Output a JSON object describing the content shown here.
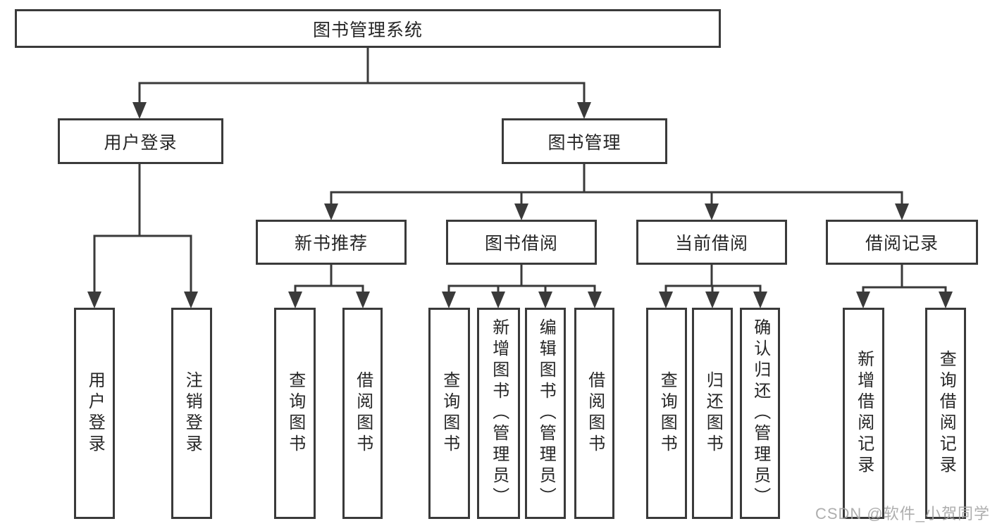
{
  "tree": {
    "root": {
      "label": "图书管理系统"
    },
    "branches": [
      {
        "label": "用户登录",
        "children": [
          {
            "label": "用户登录"
          },
          {
            "label": "注销登录"
          }
        ]
      },
      {
        "label": "图书管理",
        "sections": [
          {
            "label": "新书推荐",
            "children": [
              {
                "label": "查询图书"
              },
              {
                "label": "借阅图书"
              }
            ]
          },
          {
            "label": "图书借阅",
            "children": [
              {
                "label": "查询图书"
              },
              {
                "label": "新增图书（管理员）"
              },
              {
                "label": "编辑图书（管理员）"
              },
              {
                "label": "借阅图书"
              }
            ]
          },
          {
            "label": "当前借阅",
            "children": [
              {
                "label": "查询图书"
              },
              {
                "label": "归还图书"
              },
              {
                "label": "确认归还（管理员）"
              }
            ]
          },
          {
            "label": "借阅记录",
            "children": [
              {
                "label": "新增借阅记录"
              },
              {
                "label": "查询借阅记录"
              }
            ]
          }
        ]
      }
    ]
  },
  "watermark": {
    "text": "CSDN @软件_小贺同学"
  },
  "colors": {
    "line": "#3a3a3a",
    "box_border": "#3a3a3a",
    "text": "#262626",
    "background": "#ffffff",
    "watermark": "#a5a5a5"
  }
}
